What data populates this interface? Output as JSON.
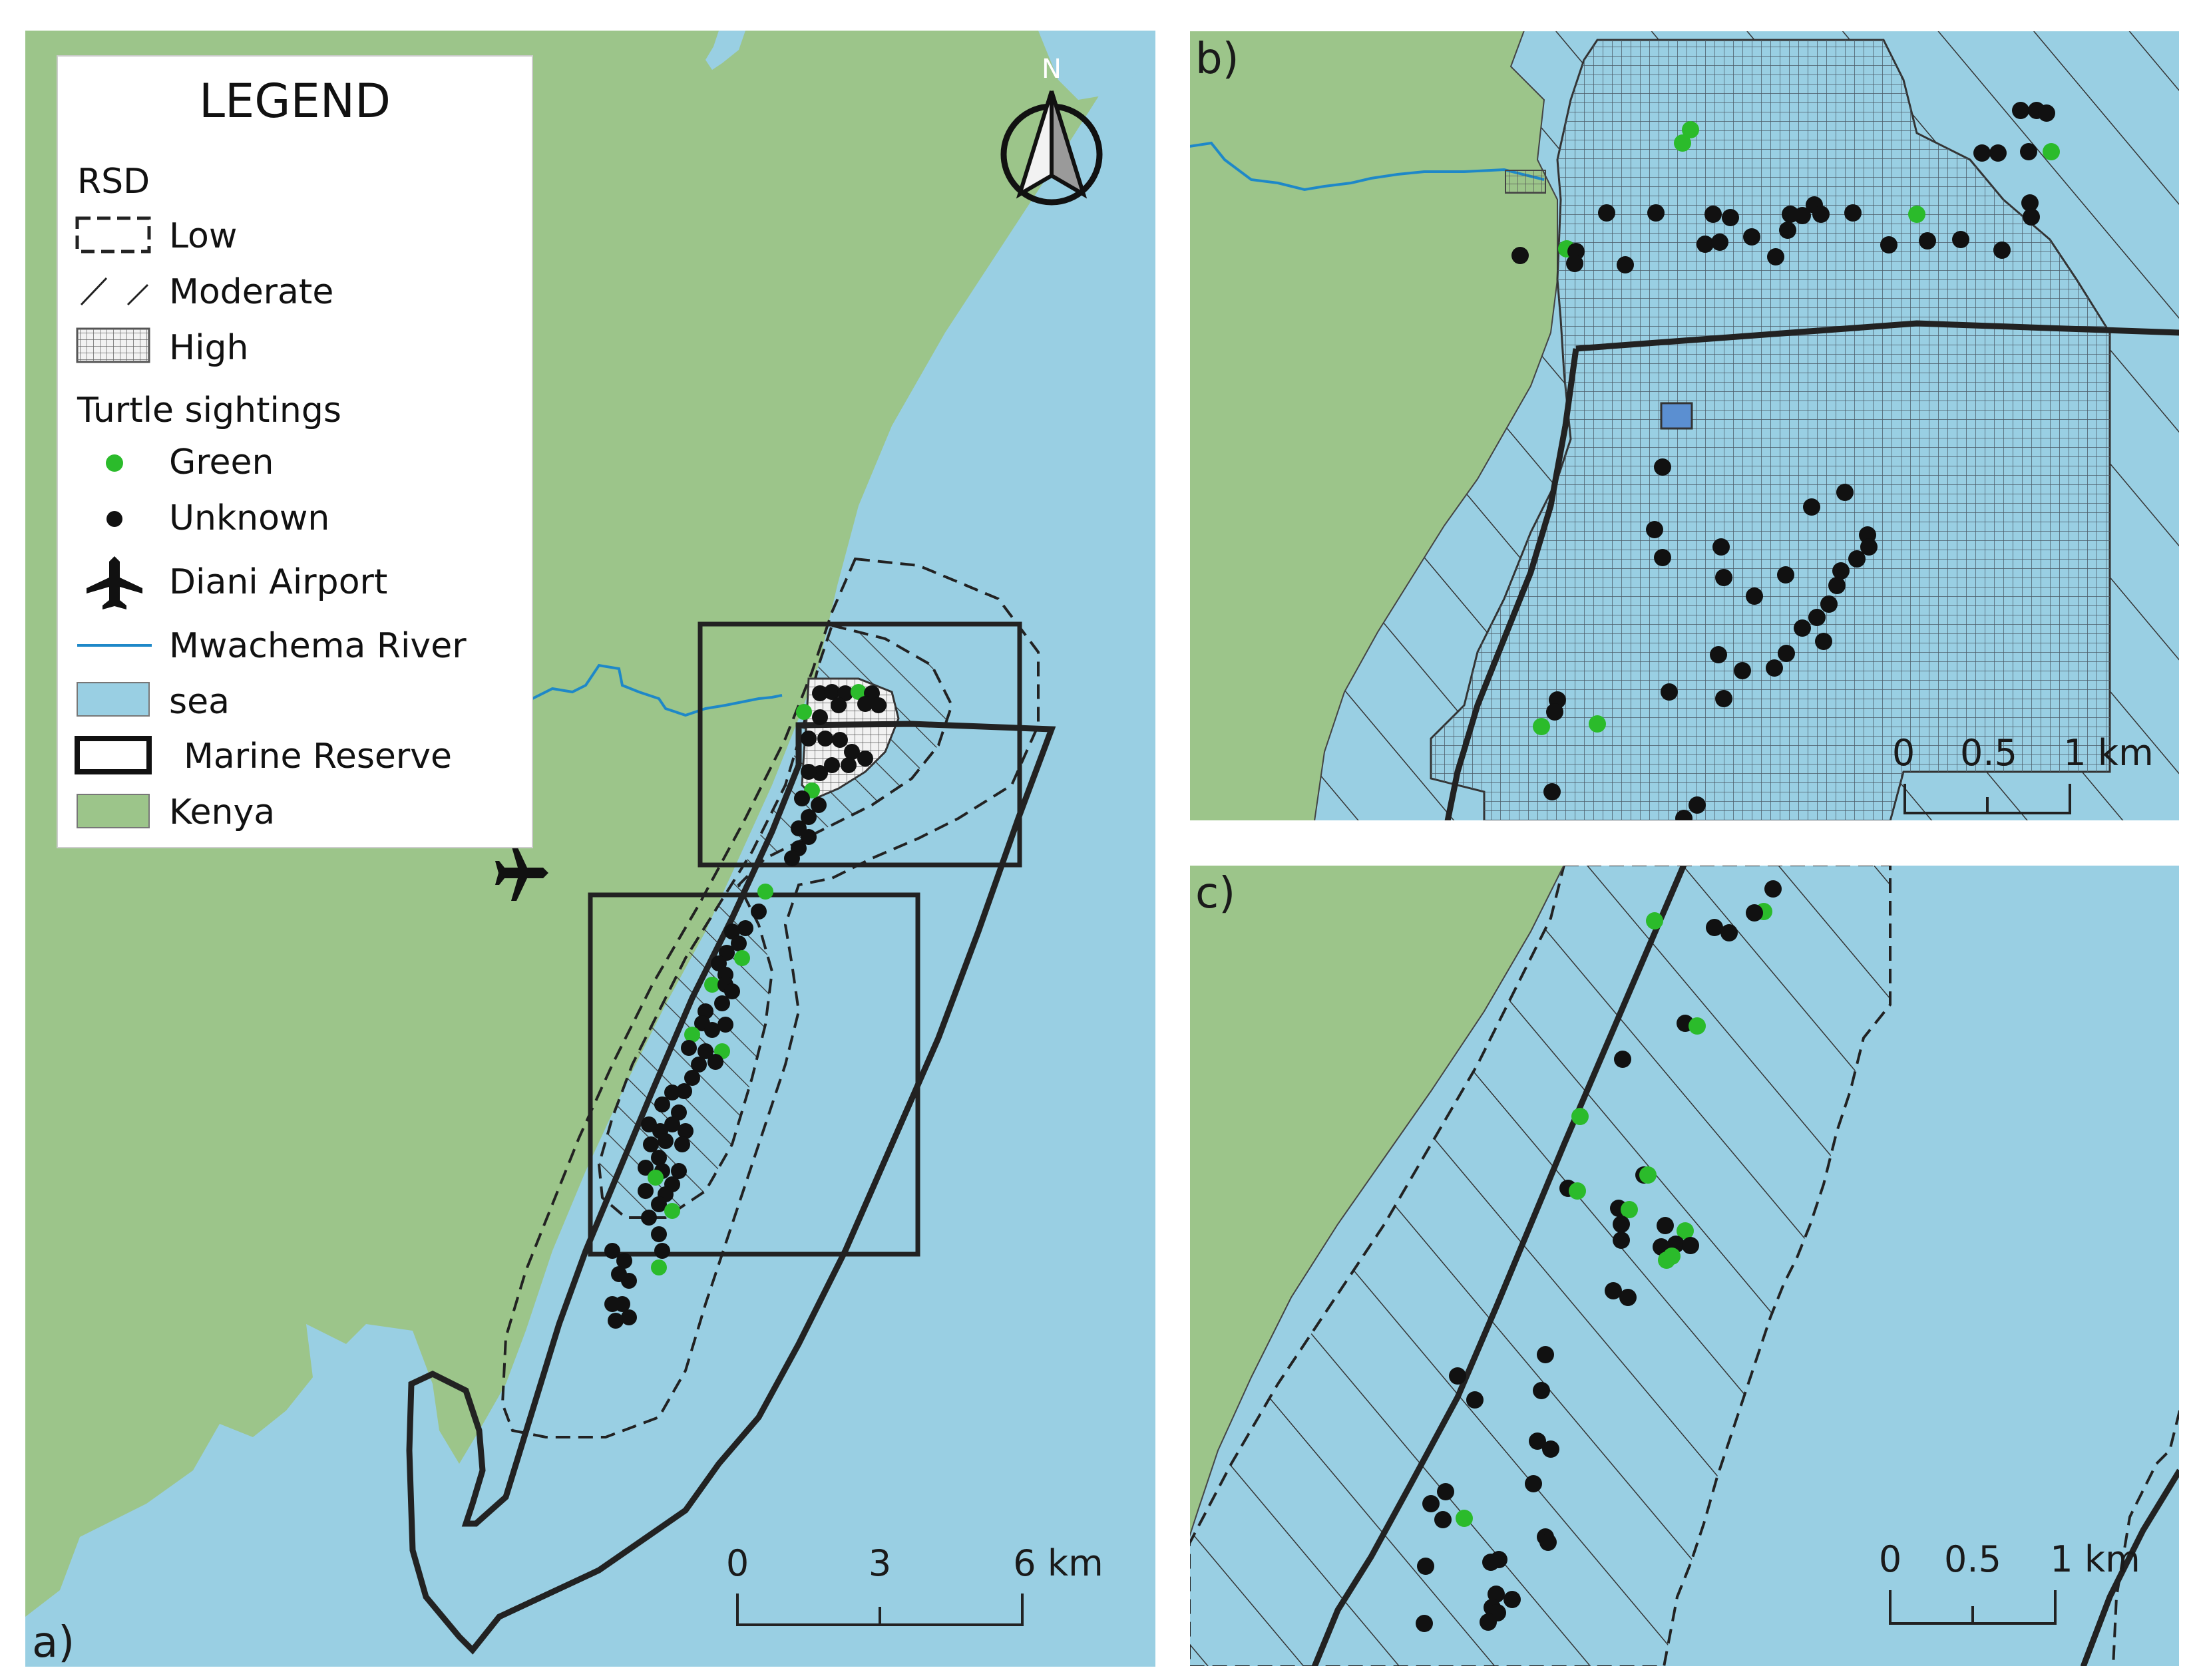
{
  "colors": {
    "land": "#9cc58a",
    "sea": "#99cfe3",
    "river": "#1e88c8",
    "green_turtle": "#2bbb2b",
    "unknown_turtle": "#111111",
    "reserve_line": "#222222",
    "patch": "#5b8fd1"
  },
  "legend": {
    "title": "LEGEND",
    "rsd_heading": "RSD",
    "rsd_low": "Low",
    "rsd_moderate": "Moderate",
    "rsd_high": "High",
    "sightings_heading": "Turtle sightings",
    "green": "Green",
    "unknown": "Unknown",
    "airport": "Diani Airport",
    "river": "Mwachema River",
    "sea": "sea",
    "reserve": "Marine Reserve",
    "kenya": "Kenya"
  },
  "north_arrow": {
    "letter": "N",
    "icon": "north-arrow-icon"
  },
  "panels": {
    "a": {
      "label": "a)",
      "scale": [
        "0",
        "3",
        "6 km"
      ]
    },
    "b": {
      "label": "b)",
      "scale": [
        "0",
        "0.5",
        "1 km"
      ]
    },
    "c": {
      "label": "c)",
      "scale": [
        "0",
        "0.5",
        "1 km"
      ]
    }
  }
}
